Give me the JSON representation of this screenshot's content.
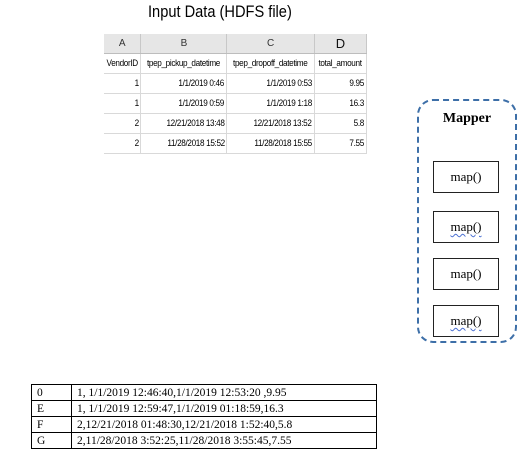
{
  "title": "Input Data (HDFS file)",
  "sheet": {
    "col_letters": [
      "A",
      "B",
      "C",
      "D"
    ],
    "headers": [
      "VendorID",
      "tpep_pickup_datetime",
      "tpep_dropoff_datetime",
      "total_amount"
    ],
    "rows": [
      [
        "1",
        "1/1/2019 0:46",
        "1/1/2019 0:53",
        "9.95"
      ],
      [
        "1",
        "1/1/2019 0:59",
        "1/1/2019 1:18",
        "16.3"
      ],
      [
        "2",
        "12/21/2018 13:48",
        "12/21/2018 13:52",
        "5.8"
      ],
      [
        "2",
        "11/28/2018 15:52",
        "11/28/2018 15:55",
        "7.55"
      ]
    ]
  },
  "mapper": {
    "title": "Mapper",
    "functions": [
      "map()",
      "map()",
      "map()",
      "map()"
    ]
  },
  "records": [
    {
      "key": "0",
      "value": "1, 1/1/2019  12:46:40,1/1/2019  12:53:20 ,9.95"
    },
    {
      "key": "E",
      "value": "1, 1/1/2019  12:59:47,1/1/2019  01:18:59,16.3"
    },
    {
      "key": "F",
      "value": "2,12/21/2018 01:48:30,12/21/2018 1:52:40,5.8"
    },
    {
      "key": "G",
      "value": "2,11/28/2018  3:52:25,11/28/2018  3:55:45,7.55"
    }
  ]
}
